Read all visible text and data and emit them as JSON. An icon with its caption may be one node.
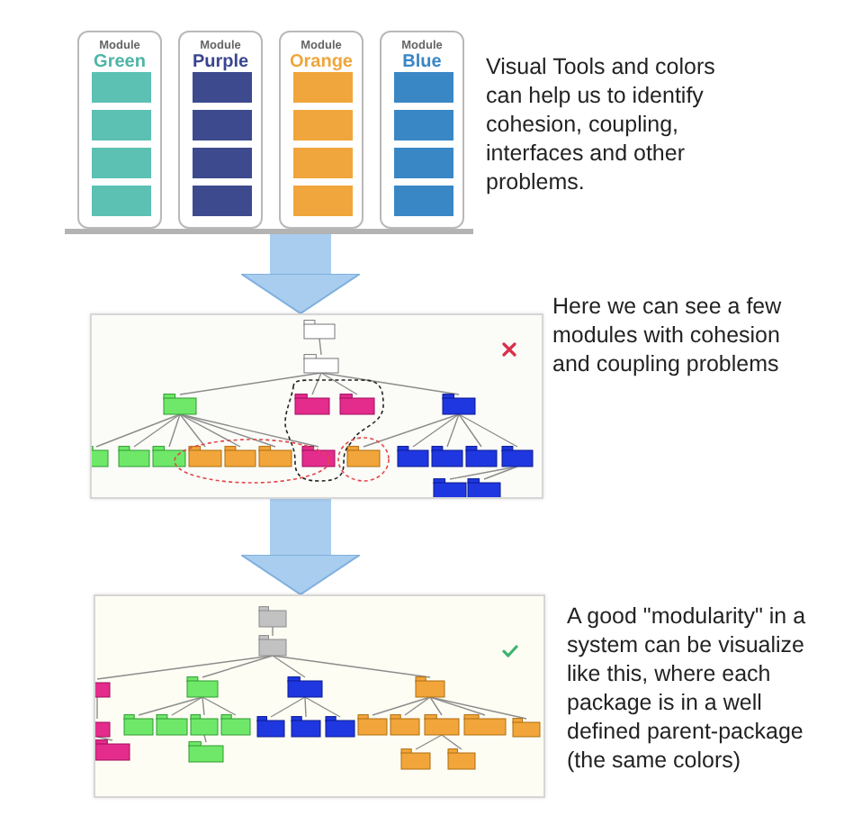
{
  "diagram": {
    "nodes": [
      {
        "text": [
          "Module",
          "Green"
        ]
      },
      {
        "text": [
          "Module",
          "Purple"
        ]
      },
      {
        "text": [
          "Module",
          "Orange"
        ]
      },
      {
        "text": [
          "Module",
          "Blue"
        ]
      },
      {
        "text": [],
        "shape": "bar"
      },
      {
        "text": [],
        "shape": "picture",
        "beside": [
          "Here we can see a few modules with cohesion and coupling problems"
        ]
      },
      {
        "text": [],
        "shape": "picture",
        "beside": [
          "A good \"modularity\" in a system can be visualize like this, where each package is in a well defined parent-package (the same colors)"
        ]
      }
    ],
    "edges": [
      {
        "from": 4,
        "to": 5,
        "arrow": "to"
      },
      {
        "from": 5,
        "to": 6,
        "arrow": "to"
      }
    ],
    "labels": [
      "Visual Tools and colors can help us to identify cohesion, coupling, interfaces and other problems."
    ]
  }
}
